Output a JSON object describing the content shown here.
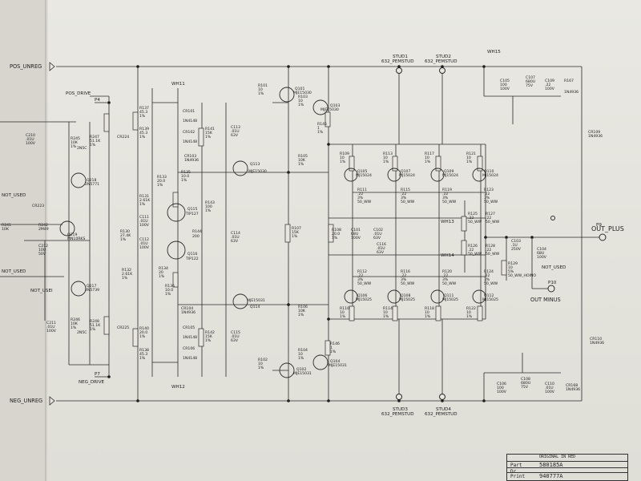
{
  "nets": {
    "pos_unreg": "POS_UNREG",
    "neg_unreg": "NEG_UNREG",
    "pos_drive": "POS_DRIVE",
    "neg_drive": "NEG_DRIVE",
    "out_plus": "OUT_PLUS",
    "out_minus": "OUT MINUS",
    "not_used": "NOT_USED",
    "not_used_b": "NOT_USEI",
    "wh11": "WH11",
    "wh12": "WH12",
    "wh13": "WH13",
    "wh14": "WH14",
    "wh15": "WH15",
    "p4": "P4",
    "p7": "P7",
    "p9": "P9",
    "p10": "P10"
  },
  "studs": [
    {
      "ref": "STUD1",
      "name": "632_PEMSTUD"
    },
    {
      "ref": "STUD2",
      "name": "632_PEMSTUD"
    },
    {
      "ref": "STUD3",
      "name": "632_PEMSTUD"
    },
    {
      "ref": "STUD4",
      "name": "632_PEMSTUD"
    }
  ],
  "transistors": {
    "q101": "Q101",
    "q101_part": "MJE15030",
    "q103": "Q103",
    "q103_part": "MJE15030",
    "q104": "Q104",
    "q104_part": "MJE15031",
    "q102": "Q102",
    "q102_part": "MJE15031",
    "q113": "Q113",
    "q113_part": "MJE15030",
    "q114": "Q114",
    "q114_part": "MJE15031",
    "q115": "Q115",
    "q115_part": "TIP127",
    "q116": "Q116",
    "q116_part": "TIP122",
    "q218": "Q218",
    "q218_part": "2N5771",
    "q219": "Q219",
    "q219_part": "MN10RKS",
    "q217": "Q217",
    "q217_part": "2N5739",
    "q105": "Q105",
    "q107": "Q107",
    "q109": "Q109",
    "q110": "Q110",
    "q106": "Q106",
    "q108": "Q108",
    "q111": "Q111",
    "q112": "Q112",
    "mj_npn": "MJ15024",
    "mj_pnp": "MJ15025"
  },
  "passives_upper": [
    {
      "ref": "R101",
      "v": "10",
      "u": "1%"
    },
    {
      "ref": "R103",
      "v": "10",
      "u": "1%"
    },
    {
      "ref": "R145",
      "v": "1",
      "u": "1%"
    },
    {
      "ref": "R105",
      "v": "10K",
      "u": "1%"
    },
    {
      "ref": "R109",
      "v": "10",
      "u": "1%"
    },
    {
      "ref": "R113",
      "v": "10",
      "u": "1%"
    },
    {
      "ref": "R117",
      "v": "10",
      "u": "1%"
    },
    {
      "ref": "R121",
      "v": "10",
      "u": "1%"
    }
  ],
  "passives_lower": [
    {
      "ref": "R102",
      "v": "10",
      "u": "1%"
    },
    {
      "ref": "R104",
      "v": "10",
      "u": "1%"
    },
    {
      "ref": "R146",
      "v": "1",
      "u": "1%"
    },
    {
      "ref": "R106",
      "v": "10K",
      "u": "1%"
    },
    {
      "ref": "R110",
      "v": "10",
      "u": "1%"
    },
    {
      "ref": "R114",
      "v": "10",
      "u": "1%"
    },
    {
      "ref": "R118",
      "v": "10",
      "u": "1%"
    },
    {
      "ref": "R122",
      "v": "10",
      "u": "1%"
    }
  ],
  "emitter_res": {
    "upper": [
      "R111",
      "R115",
      "R119",
      "R123"
    ],
    "lower": [
      "R112",
      "R116",
      "R120",
      "R124"
    ],
    "mid": [
      "R125",
      "R127",
      "R126",
      "R128"
    ],
    "value": ".22",
    "watt": "3%",
    "rating": "50_WW"
  },
  "bias": {
    "r137": "R137",
    "r137_v": "45.3",
    "r137_u": "1%",
    "r139": "R139",
    "r139_v": "45.3",
    "r139_u": "1%",
    "r138": "R138",
    "r138_v": "45.3",
    "r138_u": "1%",
    "r140": "R140",
    "r140_v": "20.0",
    "r140_u": "1%",
    "r135": "R135",
    "r135_v": "10.0",
    "r135_u": "1%",
    "r133": "R133",
    "r133_v": "20.0",
    "r133_u": "1%",
    "r131": "R131",
    "r131_v": "2.61K",
    "r131_u": "1%",
    "r132": "R132",
    "r132_v": "2.61K",
    "r132_u": "1%",
    "r134": "R134",
    "r134_v": "20",
    "r134_u": "1%",
    "r136": "R136",
    "r136_v": "10.0",
    "r136_u": "1%",
    "r130": "R130",
    "r130_v": "27.4K",
    "r130_u": "1%",
    "r141": "R141",
    "r141_v": "15K",
    "r141_u": "1%",
    "r142": "R142",
    "r142_v": "15K",
    "r142_u": "1%",
    "r143": "R143",
    "r143_v": "100",
    "r143_u": "1%",
    "r144": "R144",
    "r144_v": "200",
    "r107": "R107",
    "r107_v": "15K",
    "r107_u": "1%",
    "r108": "R108",
    "r108_v": "20.0",
    "r108_u": "1%",
    "c111": "C111",
    "c111_v": ".01U",
    "c111_r": "100V",
    "c112": "C112",
    "c112_v": ".01U",
    "c112_r": "100V",
    "c113": "C113",
    "c113_v": ".01U",
    "c113_r": "63V",
    "c114": "C114",
    "c114_v": ".01U",
    "c114_r": "63V",
    "c115": "C115",
    "c115_v": ".01U",
    "c115_r": "63V",
    "c101": "C101",
    "c101_v": "68U",
    "c101_r": "100V",
    "c102": "C102",
    "c102_v": ".01U",
    "c102_r": "63V",
    "cr101": "CR101",
    "cr102": "CR102",
    "cr103": "CR103",
    "cr104": "CR104",
    "cr105": "CR105",
    "cr106": "CR106",
    "d_1n4148": "1N4148",
    "d_1n4936": "1N4936"
  },
  "left_section": {
    "r245": "R245",
    "r245_v": "10K",
    "r245_u": "1%",
    "r247": "R247",
    "r247_v": "51.1K",
    "r247_u": "1%",
    "r246": "R246",
    "r246_v": "10K",
    "r246_u": "1%",
    "r248": "R248",
    "r248_v": "51.1K",
    "r248_u": "1%",
    "r241": "R241",
    "r241_v": "10K",
    "r242": "R242",
    "r242_v": "2M49",
    "c210": "C210",
    "c210_v": ".01U",
    "c210_r": "100V",
    "c211": "C211",
    "c211_v": ".01U",
    "c211_r": "100V",
    "c212": "C212",
    "c212_v": "10U",
    "c212_r": "50V",
    "cr223": "CR223",
    "cr224": "CR224",
    "cr225": "CR225",
    "trimmer": "2N5C",
    "not_used_label": "NOT_USED"
  },
  "supply": {
    "c105": "C105",
    "c105_v": "100",
    "c105_r": "100V",
    "c107": "C107",
    "c107_v": "680U",
    "c107_r": "75V",
    "c109": "C109",
    "c109_v": ".22",
    "c109_r": "100V",
    "r167": "R167",
    "r167_d": "1N4936",
    "c106": "C106",
    "c106_v": "100",
    "c106_r": "100V",
    "c108": "C108",
    "c108_v": "680U",
    "c108_r": "75V",
    "c110": "C110",
    "c110_v": ".01U",
    "c110_r": "100V",
    "cr168": "CR168",
    "cr168_d": "1N4936",
    "cr109": "CR109",
    "cr109_d": "1N4936",
    "cr110": "CR110",
    "cr110_d": "1N4936"
  },
  "output_net": {
    "c103": "C103",
    "c103_v": ".1U",
    "c103_r": "250V",
    "r129": "R129",
    "r129_v": "10",
    "r129_u": "5%",
    "r129_r": "50_WW_HOINO",
    "c104": "C104",
    "c104_v": "68U",
    "c104_r": "100V",
    "c116": "C116",
    "c116_v": ".01U",
    "c116_r": "63V"
  },
  "title_block": {
    "header": "ORIGINAL IN RED",
    "part_label": "Part",
    "part_value": "580185A",
    "dr_label": "Dr",
    "print_label": "Print",
    "print_value": "940777A"
  }
}
